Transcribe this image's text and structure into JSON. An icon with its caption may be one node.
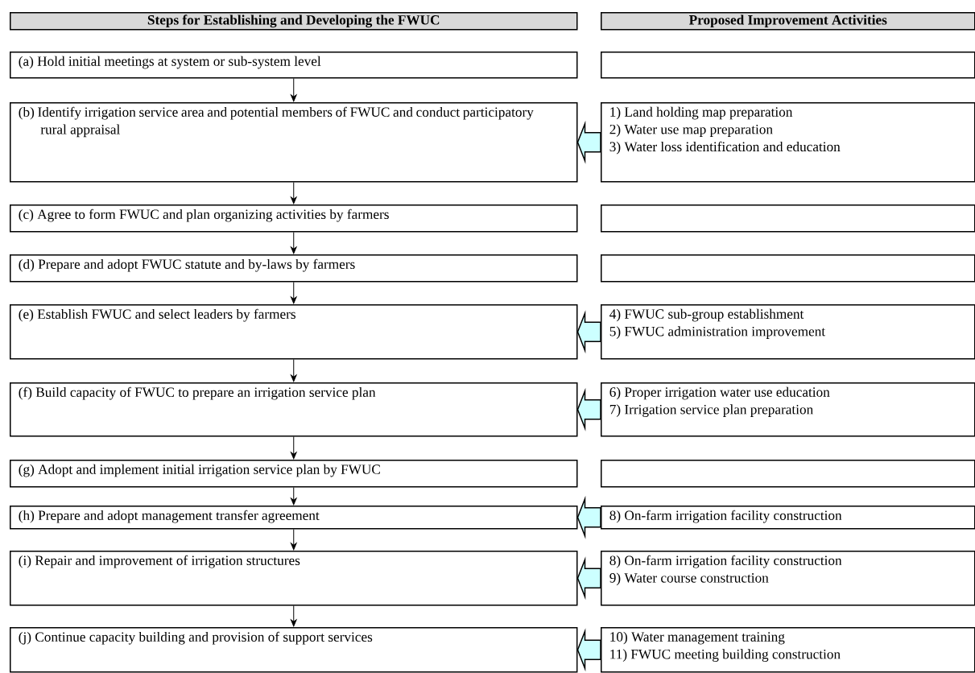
{
  "diagram": {
    "nodes": [
      {
        "text": [
          "Steps for Establishing and Developing the FWUC"
        ]
      },
      {
        "text": [
          "Proposed Improvement Activities"
        ]
      },
      {
        "text": [
          "(a) Hold initial meetings at system or sub-system level"
        ]
      },
      {
        "text": [],
        "shape": "box"
      },
      {
        "text": [
          "(b) Identify irrigation service area and potential members of FWUC and conduct participatory rural appraisal"
        ]
      },
      {
        "text": [
          "1) Land holding map preparation",
          "2) Water use map preparation",
          "3) Water loss identification and education"
        ]
      },
      {
        "text": [
          "(c) Agree to form FWUC and plan organizing activities by farmers"
        ]
      },
      {
        "text": [],
        "shape": "box"
      },
      {
        "text": [
          "(d) Prepare and adopt FWUC statute and by-laws by farmers"
        ]
      },
      {
        "text": [],
        "shape": "box"
      },
      {
        "text": [
          "(e) Establish FWUC and select leaders by farmers"
        ]
      },
      {
        "text": [
          "4) FWUC sub-group establishment",
          "5) FWUC administration improvement"
        ]
      },
      {
        "text": [
          "(f) Build capacity of FWUC to prepare an irrigation service plan"
        ]
      },
      {
        "text": [
          "6) Proper irrigation water use education",
          "7) Irrigation service plan preparation"
        ]
      },
      {
        "text": [
          "(g) Adopt and implement initial irrigation service plan by FWUC"
        ]
      },
      {
        "text": [],
        "shape": "box"
      },
      {
        "text": [
          "(h) Prepare and adopt management transfer agreement"
        ]
      },
      {
        "text": [
          "8) On-farm irrigation facility construction"
        ]
      },
      {
        "text": [
          "(i) Repair and improvement of irrigation structures"
        ]
      },
      {
        "text": [
          "8) On-farm irrigation facility construction",
          "9) Water course construction"
        ]
      },
      {
        "text": [
          "(j) Continue capacity building and provision of support services"
        ]
      },
      {
        "text": [
          "10) Water management training",
          "11) FWUC meeting building construction"
        ]
      }
    ],
    "edges": [
      {
        "from": 2,
        "to": 4,
        "arrow": "to"
      },
      {
        "from": 4,
        "to": 6,
        "arrow": "to"
      },
      {
        "from": 6,
        "to": 8,
        "arrow": "to"
      },
      {
        "from": 8,
        "to": 10,
        "arrow": "to"
      },
      {
        "from": 10,
        "to": 12,
        "arrow": "to"
      },
      {
        "from": 12,
        "to": 14,
        "arrow": "to"
      },
      {
        "from": 14,
        "to": 16,
        "arrow": "to"
      },
      {
        "from": 16,
        "to": 18,
        "arrow": "to"
      },
      {
        "from": 18,
        "to": 20,
        "arrow": "to"
      },
      {
        "from": 5,
        "to": 4,
        "arrow": "to",
        "style": "thick",
        "color": "#ccffff"
      },
      {
        "from": 11,
        "to": 10,
        "arrow": "to",
        "style": "thick",
        "color": "#ccffff"
      },
      {
        "from": 13,
        "to": 12,
        "arrow": "to",
        "style": "thick",
        "color": "#ccffff"
      },
      {
        "from": 17,
        "to": 16,
        "arrow": "to",
        "style": "thick",
        "color": "#ccffff"
      },
      {
        "from": 19,
        "to": 18,
        "arrow": "to",
        "style": "thick",
        "color": "#ccffff"
      },
      {
        "from": 21,
        "to": 20,
        "arrow": "to",
        "style": "thick",
        "color": "#ccffff"
      }
    ]
  }
}
